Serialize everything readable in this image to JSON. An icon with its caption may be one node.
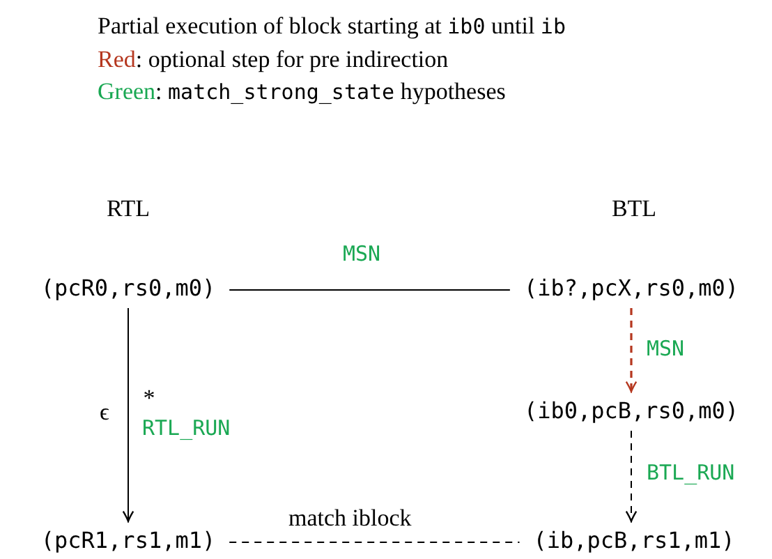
{
  "diagram": {
    "nodes": [
      {
        "text": [
          "(pcR0,rs0,m0)"
        ]
      },
      {
        "text": [
          "(ib?,pcX,rs0,m0)"
        ]
      },
      {
        "text": [
          "(ib0,pcB,rs0,m0)"
        ]
      },
      {
        "text": [
          "(pcR1,rs1,m1)"
        ]
      },
      {
        "text": [
          "(ib,pcB,rs1,m1)"
        ]
      }
    ],
    "edges": [
      {
        "from": 0,
        "to": 1,
        "arrow": "none",
        "label": "MSN"
      },
      {
        "from": 1,
        "to": 2,
        "arrow": "to",
        "label": "MSN",
        "style": "dashed",
        "color": "#b5371f"
      },
      {
        "from": 0,
        "to": 3,
        "arrow": "to",
        "label": "RTL_RUN"
      },
      {
        "from": 2,
        "to": 4,
        "arrow": "to",
        "label": "BTL_RUN",
        "style": "dashed"
      },
      {
        "from": 3,
        "to": 4,
        "arrow": "none",
        "label": "match iblock",
        "style": "dashed"
      }
    ],
    "labels": [
      "Partial execution of block starting at",
      "ib0",
      "until",
      "ib",
      "Red",
      ": optional step for pre indirection",
      "Green",
      ":",
      "match_strong_state",
      "hypotheses",
      "RTL",
      "BTL",
      "ϵ",
      "*"
    ]
  }
}
